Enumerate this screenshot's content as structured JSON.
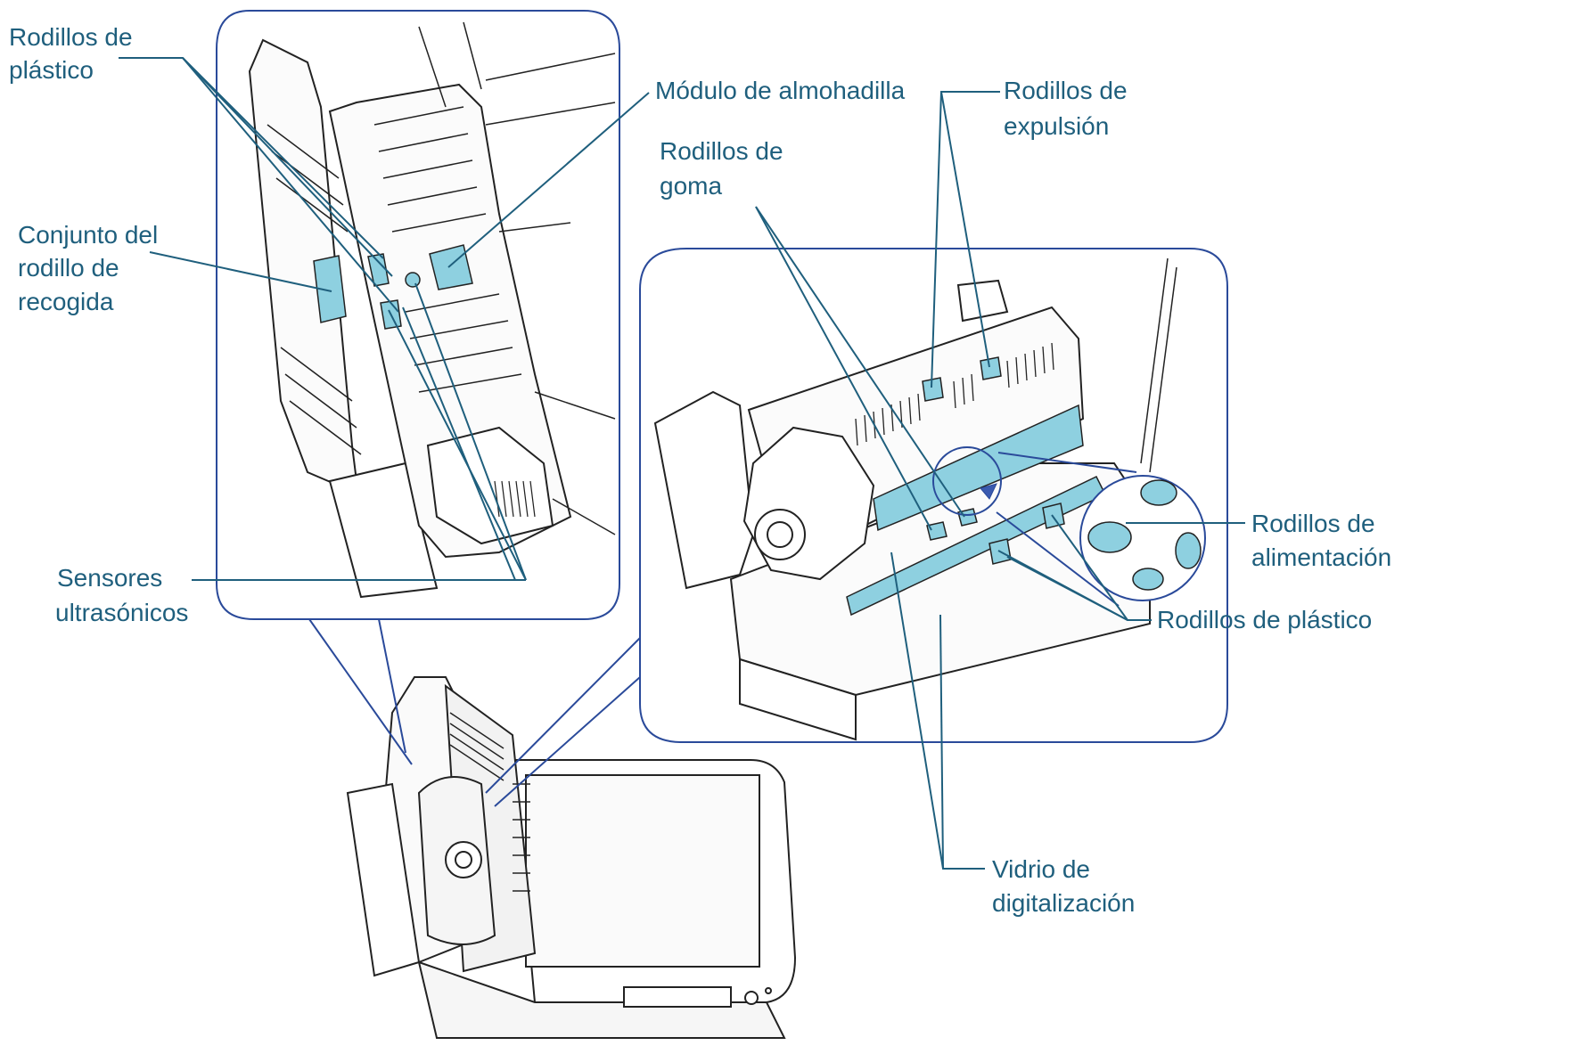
{
  "labels": {
    "plastic_rollers_top_l1": "Rodillos de",
    "plastic_rollers_top_l2": "plástico",
    "pick_roller_l1": "Conjunto del",
    "pick_roller_l2": "rodillo de",
    "pick_roller_l3": "recogida",
    "ultrasonic_l1": "Sensores",
    "ultrasonic_l2": "ultrasónicos",
    "pad_module": "Módulo de almohadilla",
    "rubber_rollers_l1": "Rodillos de",
    "rubber_rollers_l2": "goma",
    "eject_rollers_l1": "Rodillos de",
    "eject_rollers_l2": "expulsión",
    "feed_rollers_l1": "Rodillos de",
    "feed_rollers_l2": "alimentación",
    "plastic_rollers_right": "Rodillos de plástico",
    "glass_l1": "Vidrio de",
    "glass_l2": "digitalización"
  },
  "colors": {
    "leader": "#1f5f7d",
    "callout_border": "#2a4a9a",
    "highlight": "#8ed0e0",
    "line_art": "#222222"
  }
}
